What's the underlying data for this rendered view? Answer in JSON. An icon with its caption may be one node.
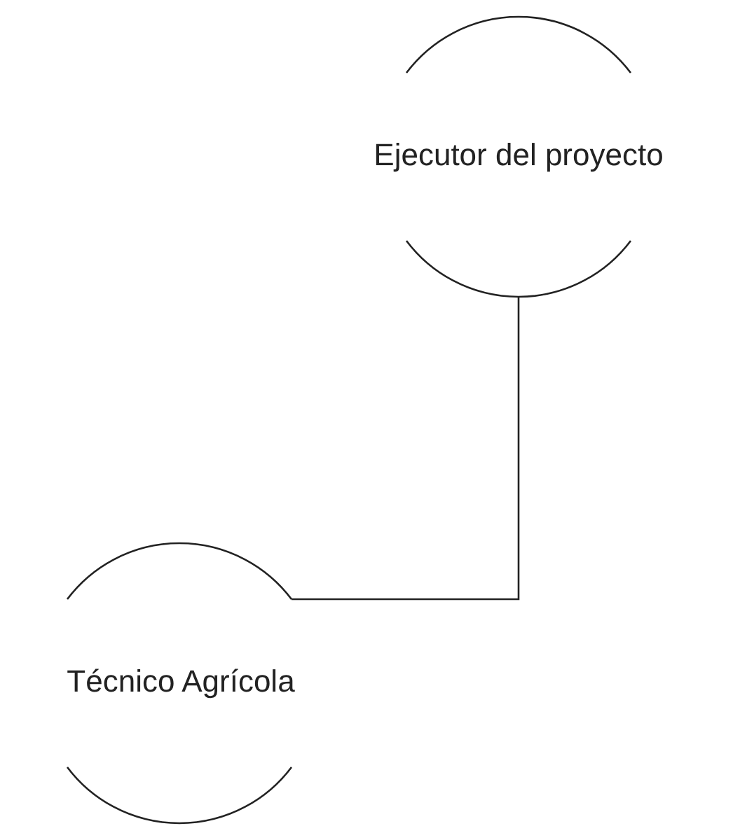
{
  "diagram": {
    "nodes": [
      {
        "text": [
          "Ejecutor del proyecto"
        ]
      },
      {
        "text": [
          "Técnico Agrícola"
        ]
      }
    ],
    "edges": [
      {
        "from": 0,
        "to": 1,
        "arrow": "none"
      }
    ]
  }
}
